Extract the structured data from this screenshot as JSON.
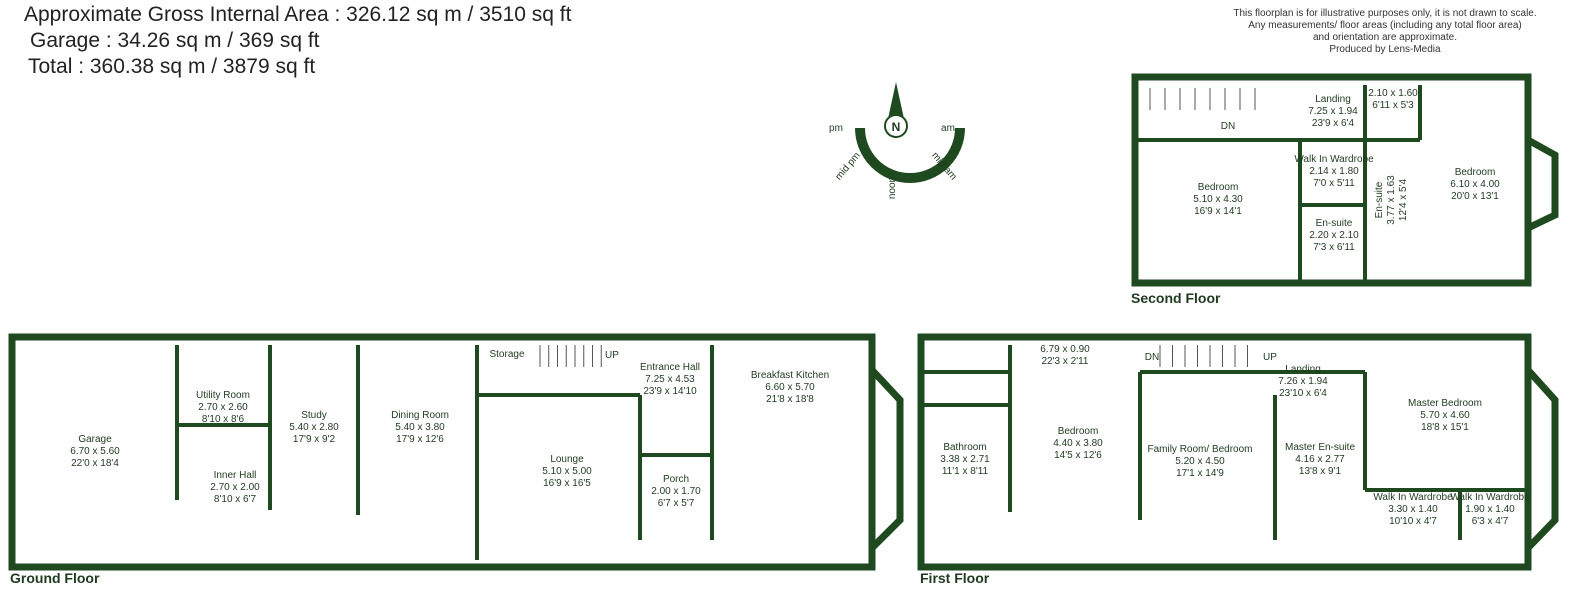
{
  "areas": {
    "gross": "Approximate Gross Internal Area : 326.12 sq m / 3510 sq ft",
    "garage": "Garage : 34.26 sq m / 369 sq ft",
    "total": "Total : 360.38 sq m / 3879 sq ft"
  },
  "disclaimer": [
    "This floorplan is for illustrative purposes only, it is not drawn to scale.",
    "Any measurements/ floor areas (including any total floor area)",
    "and orientation are approximate.",
    "Produced by Lens-Media"
  ],
  "compass": {
    "north": "N",
    "labels": [
      "pm",
      "am",
      "mid pm",
      "noon",
      "mid am"
    ]
  },
  "colors": {
    "walls": "#1f4a1f",
    "text": "#1f3a1f"
  },
  "floors": {
    "ground": {
      "label": "Ground Floor",
      "rooms": [
        {
          "name": "Garage",
          "metric": "6.70 x 5.60",
          "imperial": "22'0 x 18'4"
        },
        {
          "name": "Utility Room",
          "metric": "2.70 x 2.60",
          "imperial": "8'10 x 8'6"
        },
        {
          "name": "Inner Hall",
          "metric": "2.70 x 2.00",
          "imperial": "8'10 x 6'7"
        },
        {
          "name": "Study",
          "metric": "5.40 x 2.80",
          "imperial": "17'9 x 9'2"
        },
        {
          "name": "Dining Room",
          "metric": "5.40 x 3.80",
          "imperial": "17'9 x 12'6"
        },
        {
          "name": "Storage",
          "metric": "",
          "imperial": ""
        },
        {
          "name": "Entrance Hall",
          "metric": "7.25 x 4.53",
          "imperial": "23'9 x 14'10"
        },
        {
          "name": "Lounge",
          "metric": "5.10 x 5.00",
          "imperial": "16'9 x 16'5"
        },
        {
          "name": "Porch",
          "metric": "2.00 x 1.70",
          "imperial": "6'7 x 5'7"
        },
        {
          "name": "Breakfast Kitchen",
          "metric": "6.60 x 5.70",
          "imperial": "21'8 x 18'8"
        }
      ],
      "stairs": "UP"
    },
    "first": {
      "label": "First Floor",
      "rooms": [
        {
          "name": "",
          "metric": "6.79 x 0.90",
          "imperial": "22'3 x 2'11"
        },
        {
          "name": "Bathroom",
          "metric": "3.38 x 2.71",
          "imperial": "11'1 x 8'11"
        },
        {
          "name": "Bedroom",
          "metric": "4.40 x 3.80",
          "imperial": "14'5 x 12'6"
        },
        {
          "name": "Family Room/ Bedroom",
          "metric": "5.20 x 4.50",
          "imperial": "17'1 x 14'9"
        },
        {
          "name": "Landing",
          "metric": "7.26 x 1.94",
          "imperial": "23'10 x 6'4"
        },
        {
          "name": "Master En-suite",
          "metric": "4.16 x 2.77",
          "imperial": "13'8 x 9'1"
        },
        {
          "name": "Master Bedroom",
          "metric": "5.70 x 4.60",
          "imperial": "18'8 x 15'1"
        },
        {
          "name": "Walk In Wardrobe",
          "metric": "3.30 x 1.40",
          "imperial": "10'10 x 4'7"
        },
        {
          "name": "Walk In Wardrobe",
          "metric": "1.90 x 1.40",
          "imperial": "6'3 x 4'7"
        }
      ],
      "stairs_dn": "DN",
      "stairs_up": "UP"
    },
    "second": {
      "label": "Second Floor",
      "rooms": [
        {
          "name": "Landing",
          "metric": "7.25 x 1.94",
          "imperial": "23'9 x 6'4"
        },
        {
          "name": "",
          "metric": "2.10 x 1.60",
          "imperial": "6'11 x 5'3"
        },
        {
          "name": "Bedroom",
          "metric": "5.10 x 4.30",
          "imperial": "16'9 x 14'1"
        },
        {
          "name": "Walk In Wardrobe",
          "metric": "2.14 x 1.80",
          "imperial": "7'0 x 5'11"
        },
        {
          "name": "En-suite",
          "metric": "2.20 x 2.10",
          "imperial": "7'3 x 6'11"
        },
        {
          "name": "En-suite",
          "metric": "3.77 x 1.63",
          "imperial": "12'4 x 5'4"
        },
        {
          "name": "Bedroom",
          "metric": "6.10 x 4.00",
          "imperial": "20'0 x 13'1"
        }
      ],
      "stairs": "DN"
    }
  }
}
